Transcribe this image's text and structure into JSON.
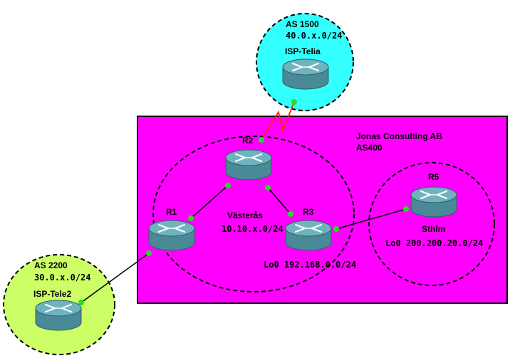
{
  "colors": {
    "as_box_fill": "#ff00ff",
    "telia_fill": "#33ffff",
    "tele2_fill": "#ccff66",
    "router_body": "#4a8a96",
    "router_top": "#6fb3bf",
    "link_dot": "#22dd22",
    "serial_link": "#ff2200"
  },
  "icons": {
    "router": "router-icon"
  },
  "as_box": {
    "name": "Jonas Consulting AB",
    "as": "AS400"
  },
  "clouds": {
    "telia": {
      "line1": "AS 1500",
      "line2": "40.0.x.0/24",
      "name": "ISP-Telia"
    },
    "tele2": {
      "line1": "AS  2200",
      "line2": "30.0.x.0/24",
      "name": "ISP-Tele2"
    },
    "vasteras": {
      "name": "Västerås",
      "network": "10.10.x.0/24"
    },
    "sthlm": {
      "name": "Sthlm",
      "network": "Lo0 200.200.20.0/24"
    }
  },
  "routers": {
    "r1": "R1",
    "r2": "R2",
    "r3": "R3",
    "r5": "R5"
  },
  "r3_loopback": "Lo0 192.168.0.0/24"
}
